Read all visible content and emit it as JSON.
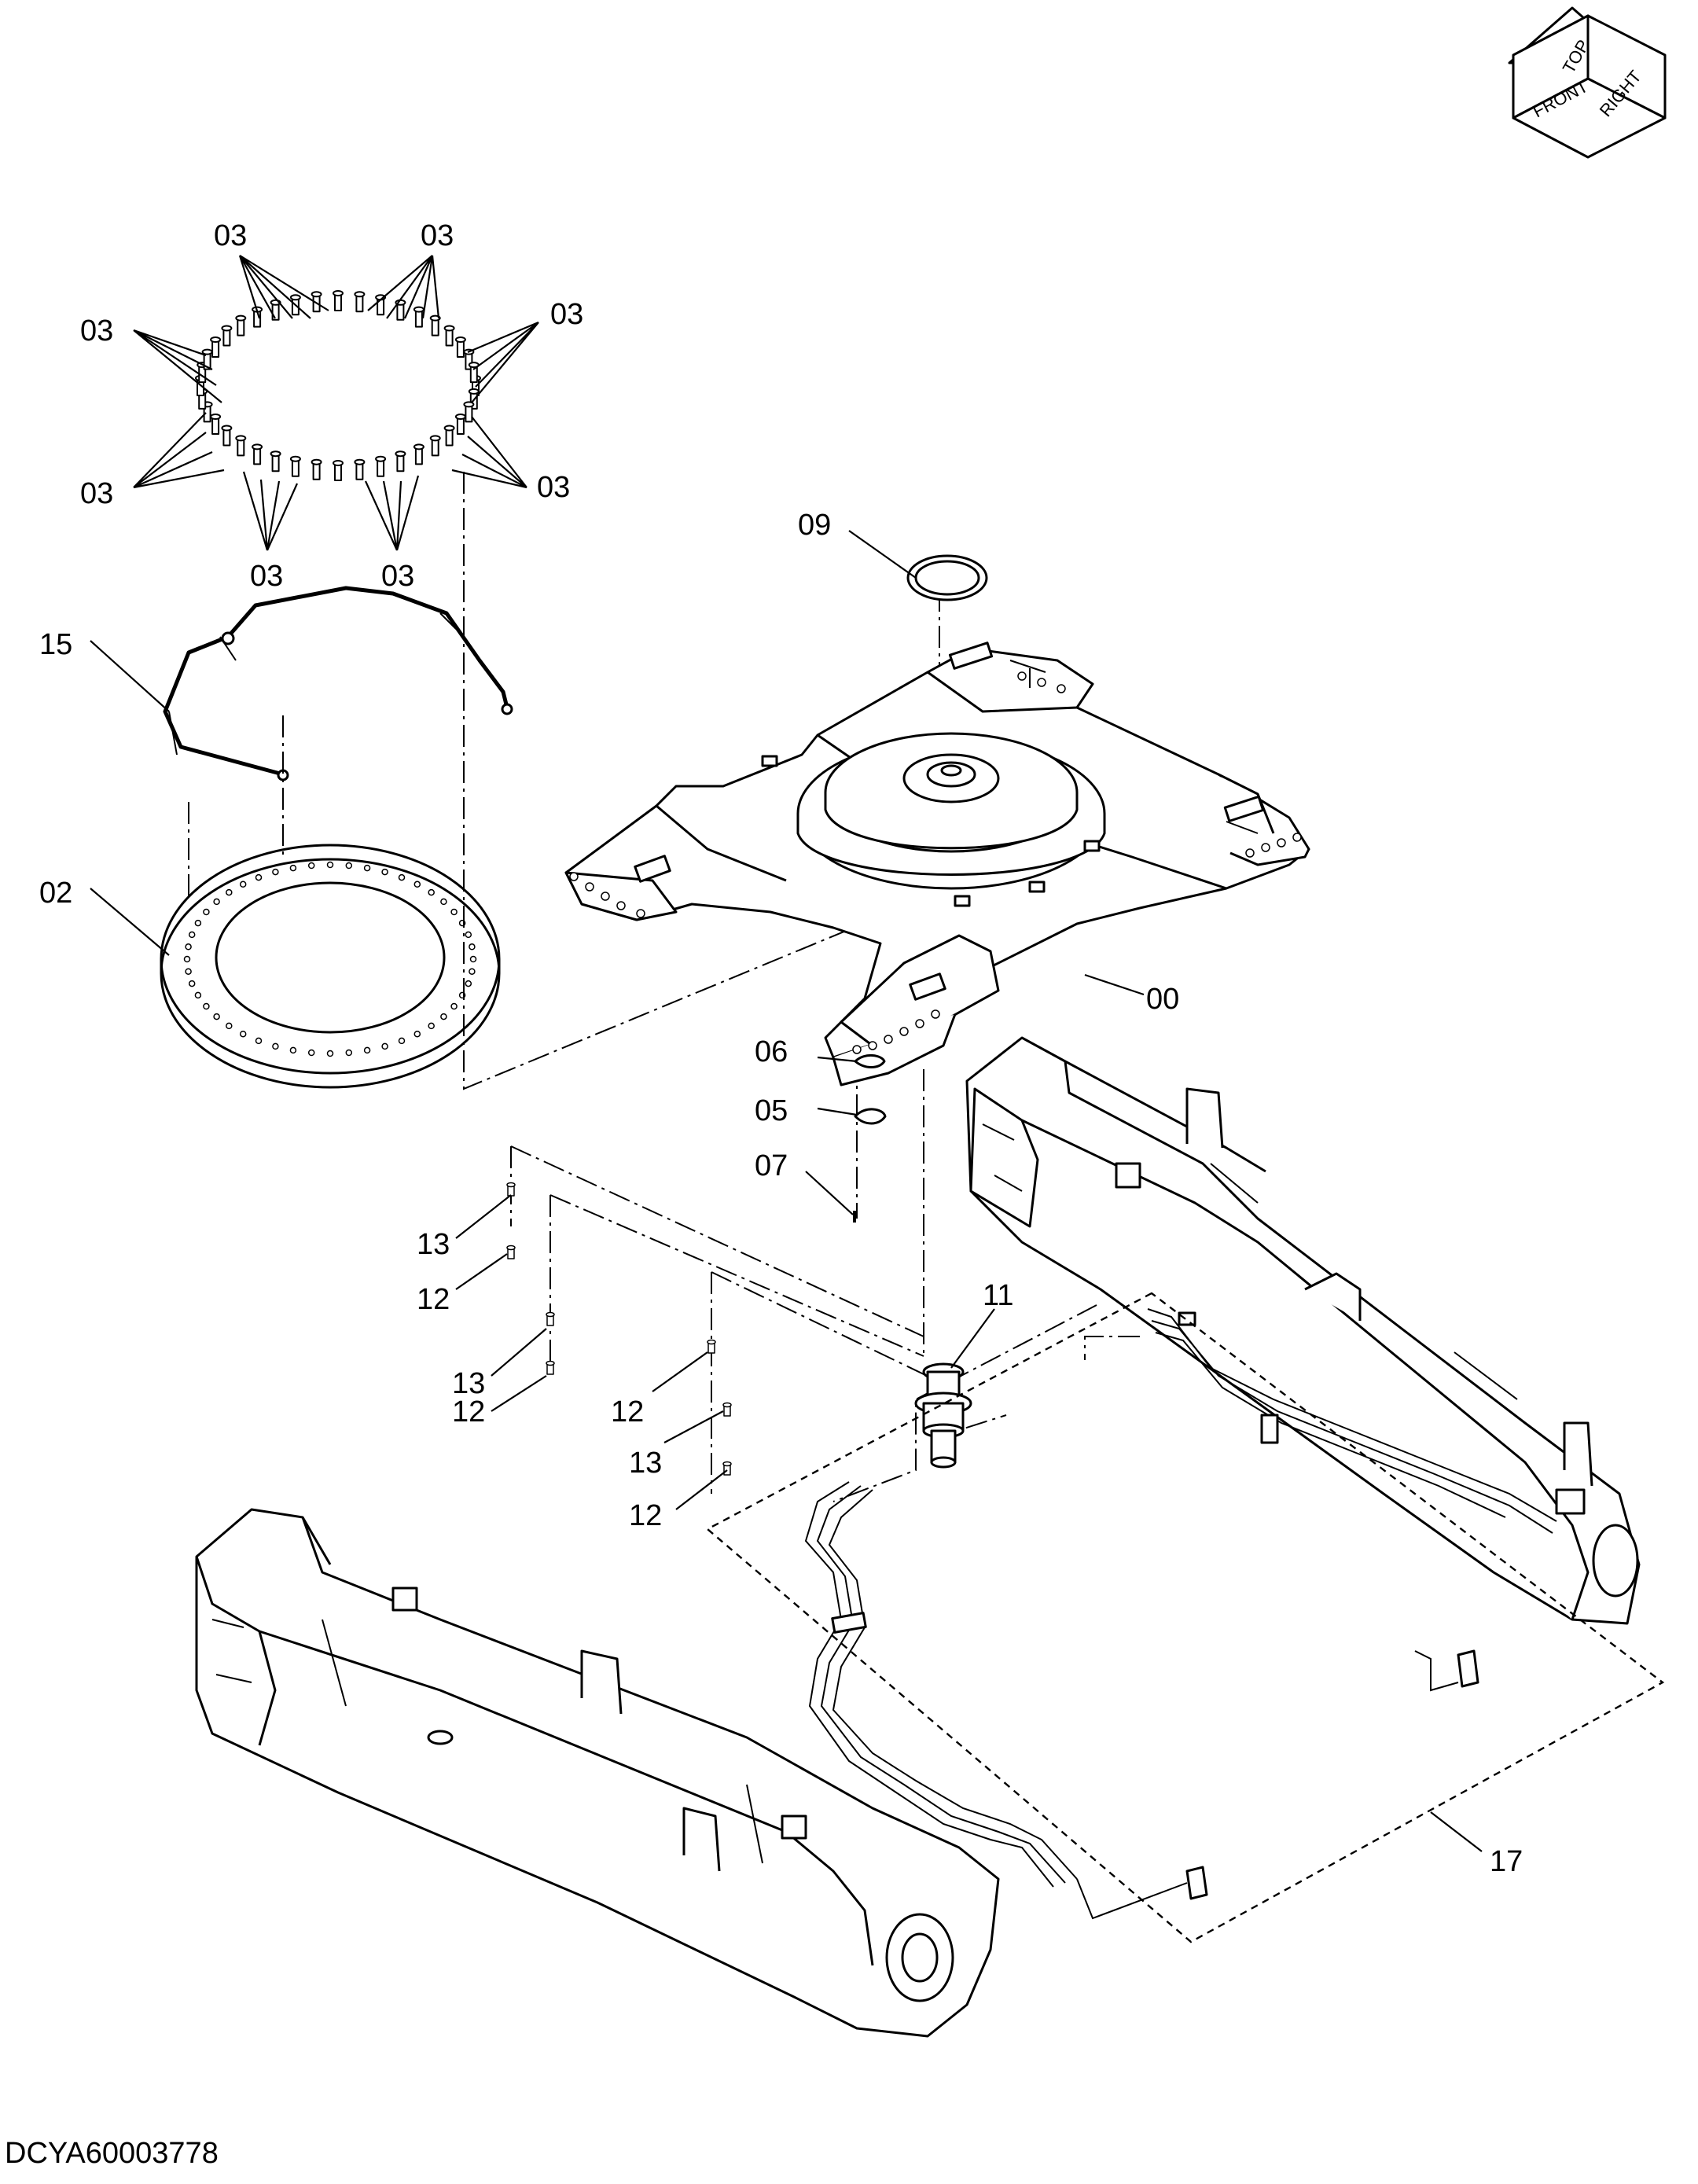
{
  "orientation": {
    "top": "TOP",
    "front": "FRONT",
    "right": "RIGHT"
  },
  "labels": {
    "bolt_03": "03",
    "seal_09": "09",
    "line_15": "15",
    "bearing_02": "02",
    "frame_00": "00",
    "part_06": "06",
    "part_05": "05",
    "part_07": "07",
    "joint_11": "11",
    "part_13": "13",
    "part_12": "12",
    "hose_17": "17"
  },
  "drawing_number": "DCYA60003778",
  "colors": {
    "ink": "#000000",
    "paper": "#ffffff"
  }
}
